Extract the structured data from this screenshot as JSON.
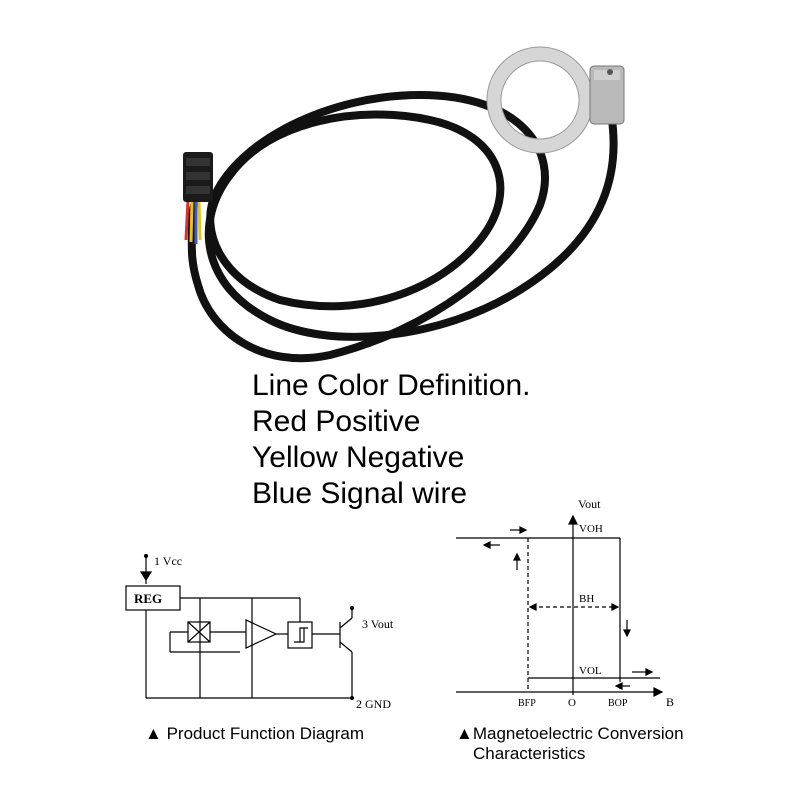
{
  "definition": {
    "title": "Line Color Definition.",
    "lines": [
      "Red Positive",
      "Yellow Negative",
      "Blue Signal wire"
    ]
  },
  "function_diagram": {
    "vcc_label": "1  Vcc",
    "reg_label": "REG",
    "vout_label": "3  Vout",
    "gnd_label": "2  GND",
    "caption_marker": "▲",
    "caption": "Product Function Diagram"
  },
  "conversion_chart": {
    "y_axis_label": "Vout",
    "x_axis_label": "B",
    "voh_label": "VOH",
    "vol_label": "VOL",
    "bh_label": "BH",
    "bfp_label": "BFP",
    "bop_label": "BOP",
    "origin_label": "O",
    "caption_marker": "▲",
    "caption_line1": "Magnetoelectric Conversion",
    "caption_line2": "Characteristics"
  },
  "colors": {
    "cable": "#111111",
    "ring": "#d6d6d6",
    "wire_red": "#d9302a",
    "wire_yellow": "#e8c21c",
    "wire_blue": "#3a5ad9"
  }
}
